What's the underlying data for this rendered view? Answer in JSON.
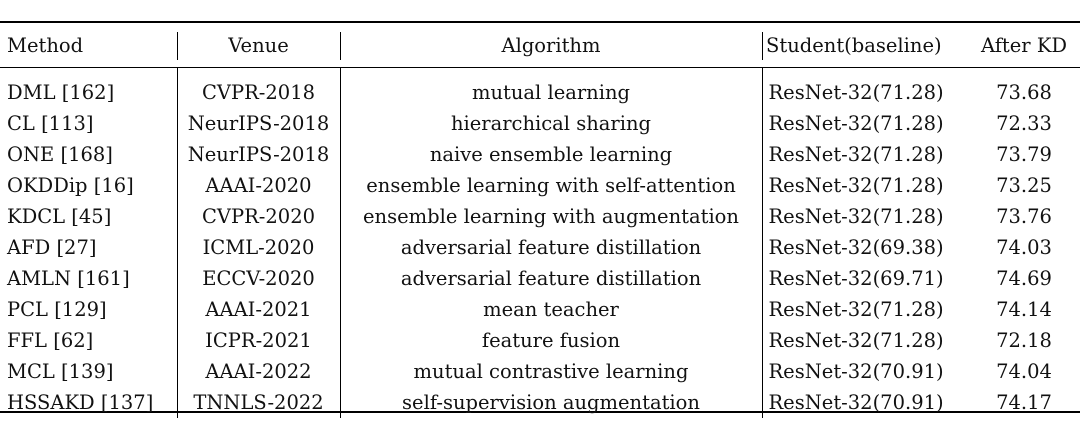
{
  "table": {
    "headers": {
      "method": "Method",
      "venue": "Venue",
      "algorithm": "Algorithm",
      "student": "Student(baseline)",
      "after": "After KD"
    },
    "rows": [
      {
        "method": "DML [162]",
        "venue": "CVPR-2018",
        "algorithm": "mutual learning",
        "student": "ResNet-32(71.28)",
        "after": "73.68"
      },
      {
        "method": "CL [113]",
        "venue": "NeurIPS-2018",
        "algorithm": "hierarchical sharing",
        "student": "ResNet-32(71.28)",
        "after": "72.33"
      },
      {
        "method": "ONE [168]",
        "venue": "NeurIPS-2018",
        "algorithm": "naive ensemble learning",
        "student": "ResNet-32(71.28)",
        "after": "73.79"
      },
      {
        "method": "OKDDip [16]",
        "venue": "AAAI-2020",
        "algorithm": "ensemble learning with self-attention",
        "student": "ResNet-32(71.28)",
        "after": "73.25"
      },
      {
        "method": "KDCL [45]",
        "venue": "CVPR-2020",
        "algorithm": "ensemble learning with augmentation",
        "student": "ResNet-32(71.28)",
        "after": "73.76"
      },
      {
        "method": "AFD [27]",
        "venue": "ICML-2020",
        "algorithm": "adversarial feature distillation",
        "student": "ResNet-32(69.38)",
        "after": "74.03"
      },
      {
        "method": "AMLN [161]",
        "venue": "ECCV-2020",
        "algorithm": "adversarial feature distillation",
        "student": "ResNet-32(69.71)",
        "after": "74.69"
      },
      {
        "method": "PCL [129]",
        "venue": "AAAI-2021",
        "algorithm": "mean teacher",
        "student": "ResNet-32(71.28)",
        "after": "74.14"
      },
      {
        "method": "FFL [62]",
        "venue": "ICPR-2021",
        "algorithm": "feature fusion",
        "student": "ResNet-32(71.28)",
        "after": "72.18"
      },
      {
        "method": "MCL [139]",
        "venue": "AAAI-2022",
        "algorithm": "mutual contrastive learning",
        "student": "ResNet-32(70.91)",
        "after": "74.04"
      },
      {
        "method": "HSSAKD [137]",
        "venue": "TNNLS-2022",
        "algorithm": "self-supervision augmentation",
        "student": "ResNet-32(70.91)",
        "after": "74.17"
      }
    ]
  }
}
